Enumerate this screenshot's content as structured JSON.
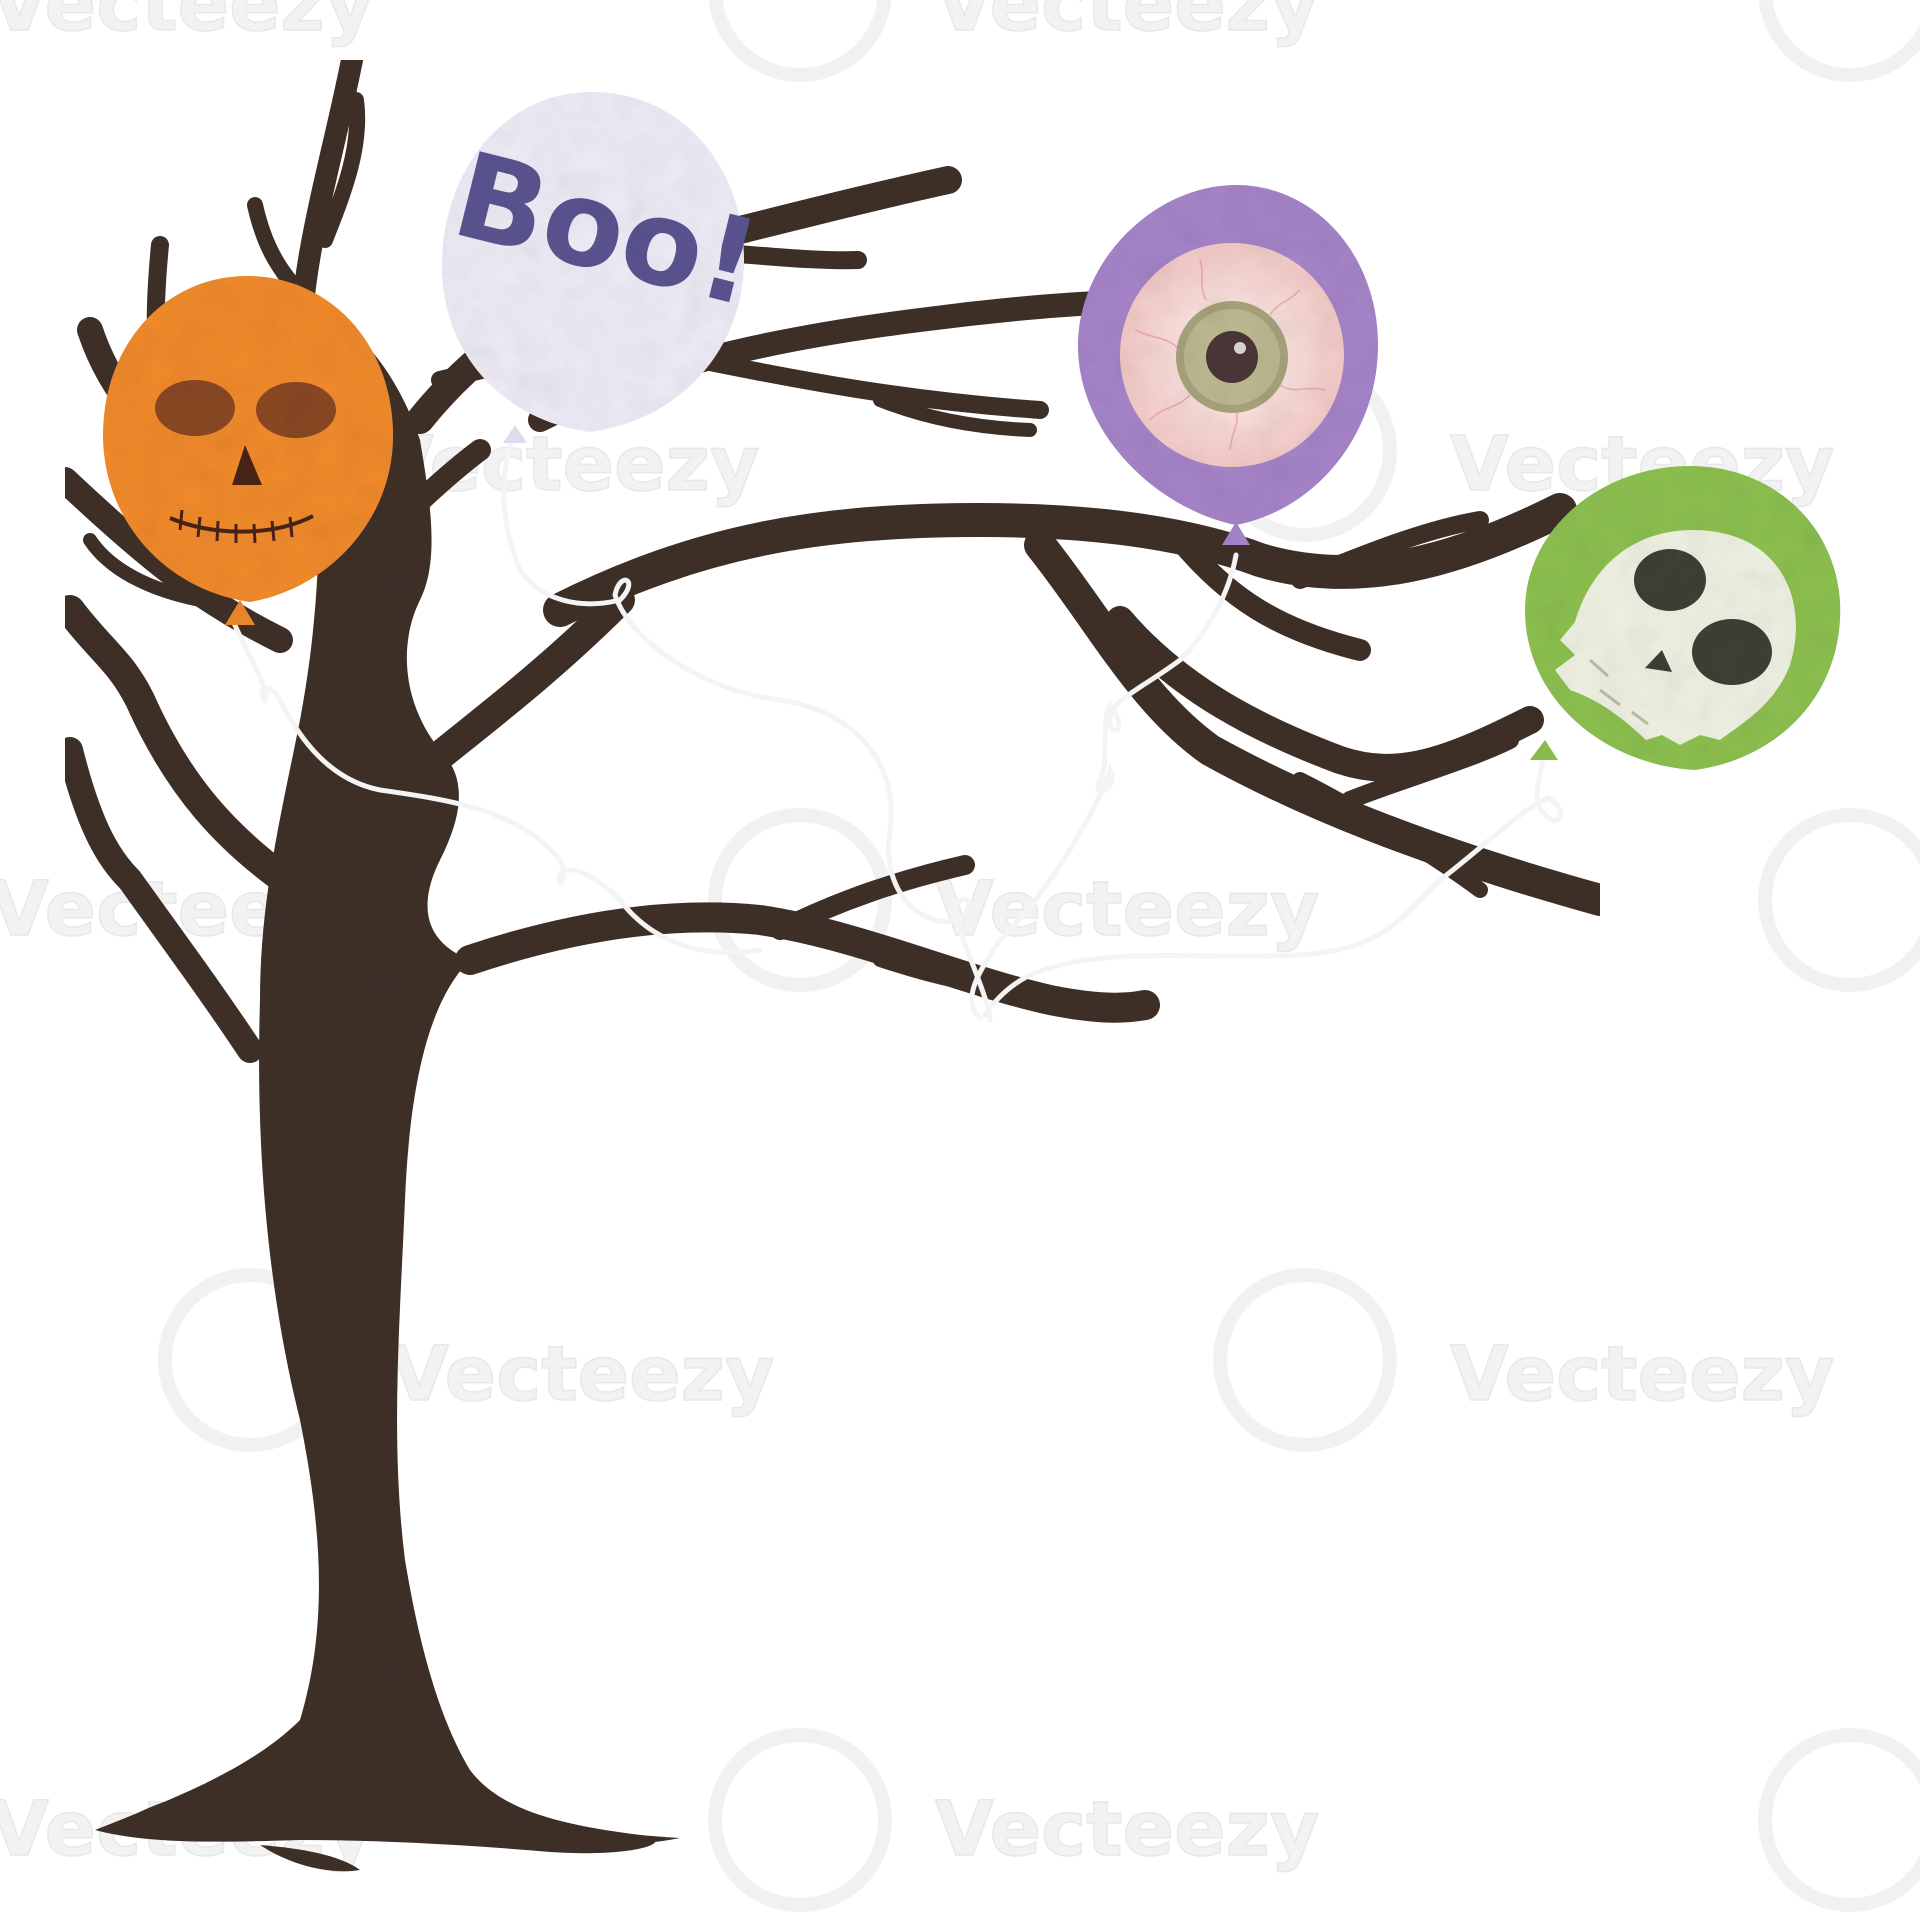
{
  "scene": {
    "description_hidden": true,
    "background_color": "#ffffff"
  },
  "watermark": {
    "text": "Vecteezy",
    "logo_icon": "vecteezy-v-logo-icon",
    "color": "#eeeeee"
  },
  "tree": {
    "icon": "bare-tree-icon",
    "color": "#3f3029"
  },
  "balloons": [
    {
      "name": "pumpkin-face-balloon",
      "color": "#f08a2c",
      "face": "jack-o-lantern-face-icon"
    },
    {
      "name": "boo-balloon",
      "color": "#eeeaf6",
      "text": "Boo!",
      "text_color": "#5a5490"
    },
    {
      "name": "eyeball-balloon",
      "color": "#a584c8",
      "face": "eyeball-icon"
    },
    {
      "name": "skull-balloon",
      "color": "#8cbf4f",
      "face": "skull-icon"
    }
  ],
  "strings": {
    "color": "#f3f3f3"
  }
}
